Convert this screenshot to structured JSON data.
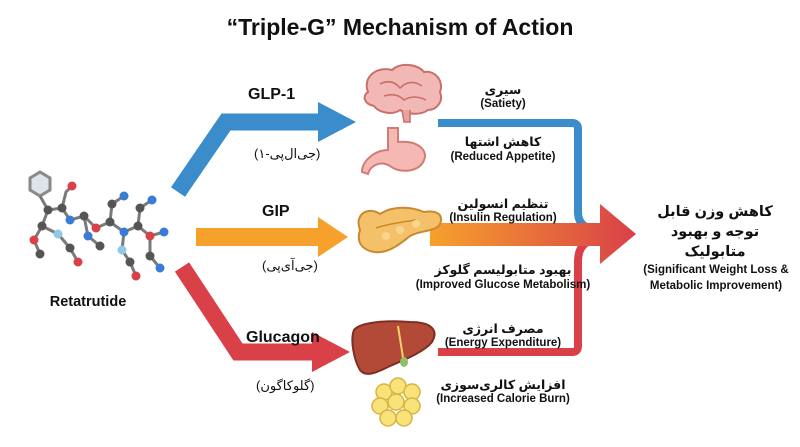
{
  "title": "“Triple-G” Mechanism of Action",
  "drug": {
    "name": "Retatrutide"
  },
  "receptors": [
    {
      "name": "GLP-1",
      "name_fa": "(جی‌ال‌پی-۱)",
      "color": "#3a8ccb"
    },
    {
      "name": "GIP",
      "name_fa": "(جی‌آی‌پی)",
      "color": "#f6a12c"
    },
    {
      "name": "Glucagon",
      "name_fa": "(گلوکاگون)",
      "color": "#d94048"
    }
  ],
  "effects": [
    {
      "fa": "سیری",
      "en": "(Satiety)"
    },
    {
      "fa": "کاهش اشتها",
      "en": "(Reduced Appetite)"
    },
    {
      "fa": "تنظیم انسولین",
      "en": "(Insulin Regulation)"
    },
    {
      "fa": "بهبود متابولیسم گلوکز",
      "en": "(Improved Glucose Metabolism)"
    },
    {
      "fa": "مصرف انرژی",
      "en": "(Energy Expenditure)"
    },
    {
      "fa": "افزایش کالری‌سوزی",
      "en": "(Increased Calorie Burn)"
    }
  ],
  "outcome": {
    "fa": "کاهش وزن قابل توجه و بهبود متابولیک",
    "en": "(Significant Weight Loss & Metabolic Improvement)"
  },
  "organs": [
    {
      "name": "brain-icon"
    },
    {
      "name": "stomach-icon"
    },
    {
      "name": "pancreas-icon"
    },
    {
      "name": "liver-icon"
    },
    {
      "name": "fat-cells-icon"
    }
  ]
}
